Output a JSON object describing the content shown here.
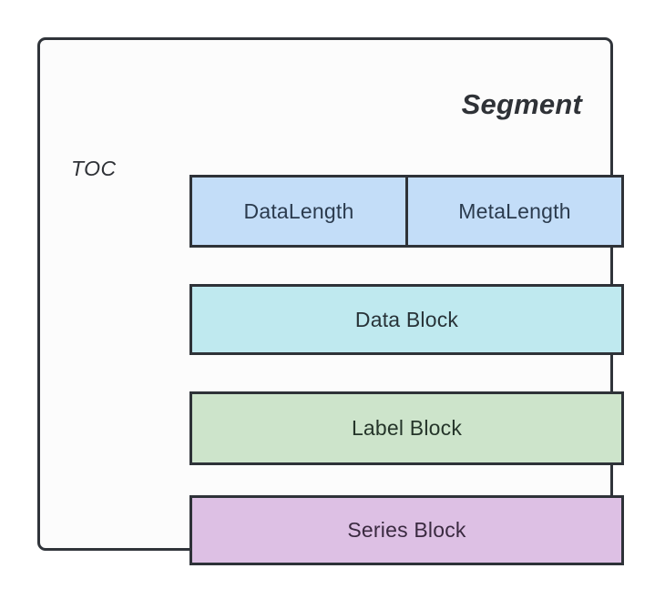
{
  "diagram": {
    "title": "Segment",
    "side_label": "TOC",
    "colors": {
      "border": "#30343a",
      "card_background": "#fcfcfc",
      "page_background": "#ffffff",
      "toc_fill": "#c3ddf8",
      "data_fill": "#bfe9ef",
      "label_fill": "#cde4cb",
      "series_fill": "#ddc0e4"
    },
    "rows": [
      {
        "name": "toc",
        "cells": [
          {
            "label": "DataLength"
          },
          {
            "label": "MetaLength"
          }
        ]
      },
      {
        "name": "data",
        "cells": [
          {
            "label": "Data Block"
          }
        ]
      },
      {
        "name": "label",
        "cells": [
          {
            "label": "Label Block"
          }
        ]
      },
      {
        "name": "series",
        "cells": [
          {
            "label": "Series Block"
          }
        ]
      }
    ]
  }
}
